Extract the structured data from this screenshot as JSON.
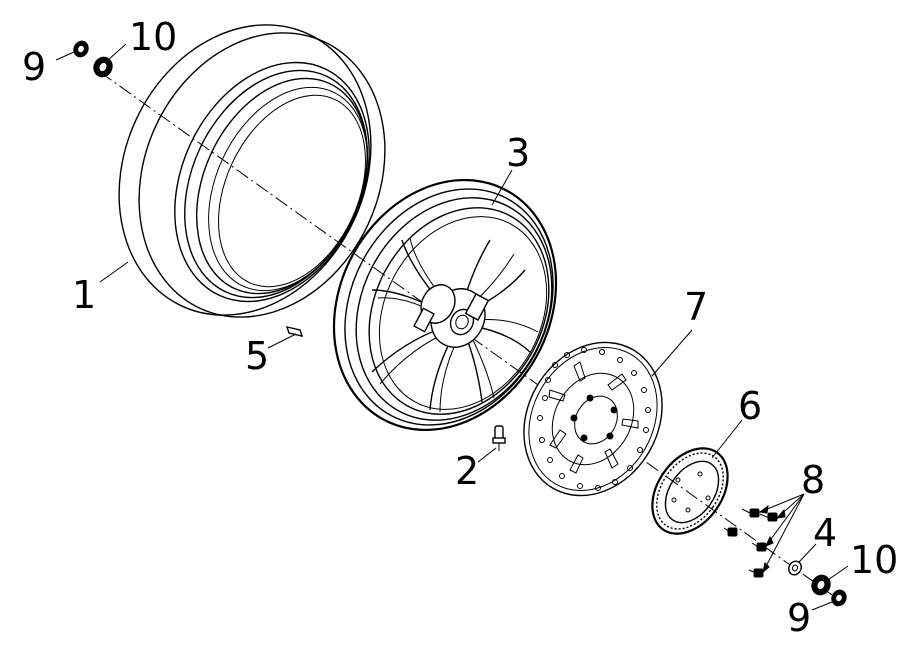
{
  "labels": {
    "washer_left": "9",
    "bearing_left": "10",
    "tire": "1",
    "rim": "3",
    "valve_cap": "5",
    "valve": "2",
    "disc": "7",
    "sprocket": "6",
    "bolts": "8",
    "spacer": "4",
    "bearing_right": "10",
    "washer_right": "9"
  }
}
